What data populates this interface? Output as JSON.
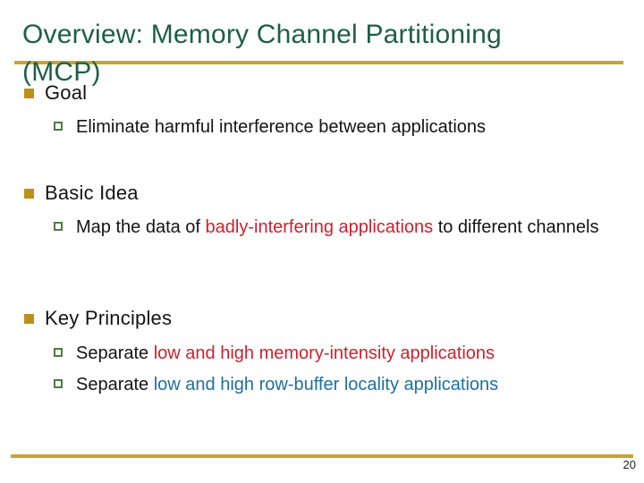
{
  "slide": {
    "title_line1": "Overview: Memory Channel Partitioning",
    "title_line2": "(MCP)",
    "page_number": "20"
  },
  "colors": {
    "title_green": "#1E5E49",
    "gold_line": "#C7A52E",
    "bullet_gold": "#BD9117",
    "sub_bullet_green": "#4E7A45",
    "text_black": "#141414",
    "red": "#CC2030",
    "blue": "#1F6F9E"
  },
  "icons": {
    "heading_bullet": "solid-square-icon",
    "sub_bullet": "hollow-square-icon"
  },
  "sections": [
    {
      "heading": "Goal",
      "items": [
        {
          "segments": [
            {
              "text": "Eliminate harmful interference between applications",
              "color": "text_black"
            }
          ]
        }
      ]
    },
    {
      "heading": "Basic Idea",
      "items": [
        {
          "segments": [
            {
              "text": "Map the data of ",
              "color": "text_black"
            },
            {
              "text": "badly-interfering applications",
              "color": "red"
            },
            {
              "text": " to different channels",
              "color": "text_black"
            }
          ]
        }
      ]
    },
    {
      "heading": "Key Principles",
      "items": [
        {
          "segments": [
            {
              "text": "Separate ",
              "color": "text_black"
            },
            {
              "text": "low and high memory-intensity applications",
              "color": "red"
            }
          ]
        },
        {
          "segments": [
            {
              "text": "Separate ",
              "color": "text_black"
            },
            {
              "text": "low and high row-buffer locality applications",
              "color": "blue"
            }
          ]
        }
      ]
    }
  ]
}
